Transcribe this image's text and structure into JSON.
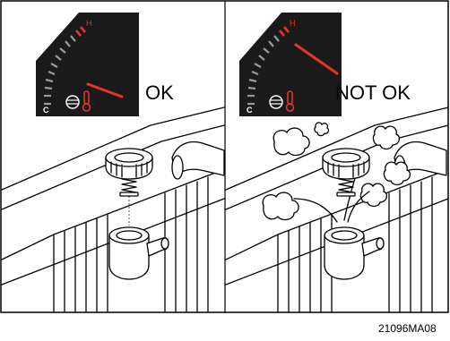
{
  "panels": [
    {
      "status": "OK",
      "gauge": {
        "hot_letter": "H",
        "cold_letter": "C",
        "level": 0.25,
        "icon": "thermometer-coolant-icon"
      }
    },
    {
      "status": "NOT OK",
      "gauge": {
        "hot_letter": "H",
        "cold_letter": "C",
        "level": 0.95,
        "icon": "thermometer-coolant-icon"
      }
    }
  ],
  "figure_code": "21096MA08",
  "colors": {
    "needle": "#e8332a",
    "gauge_face": "#1a1a1a",
    "frame": "#000000"
  }
}
